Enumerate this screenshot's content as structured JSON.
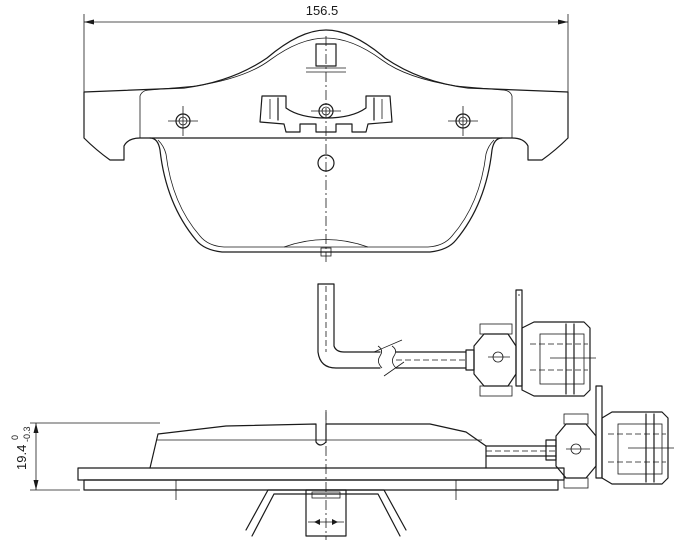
{
  "dimensions": {
    "width": "156.5",
    "thickness": "19.4",
    "thickness_tol_upper": "0",
    "thickness_tol_lower": "-0.3"
  }
}
